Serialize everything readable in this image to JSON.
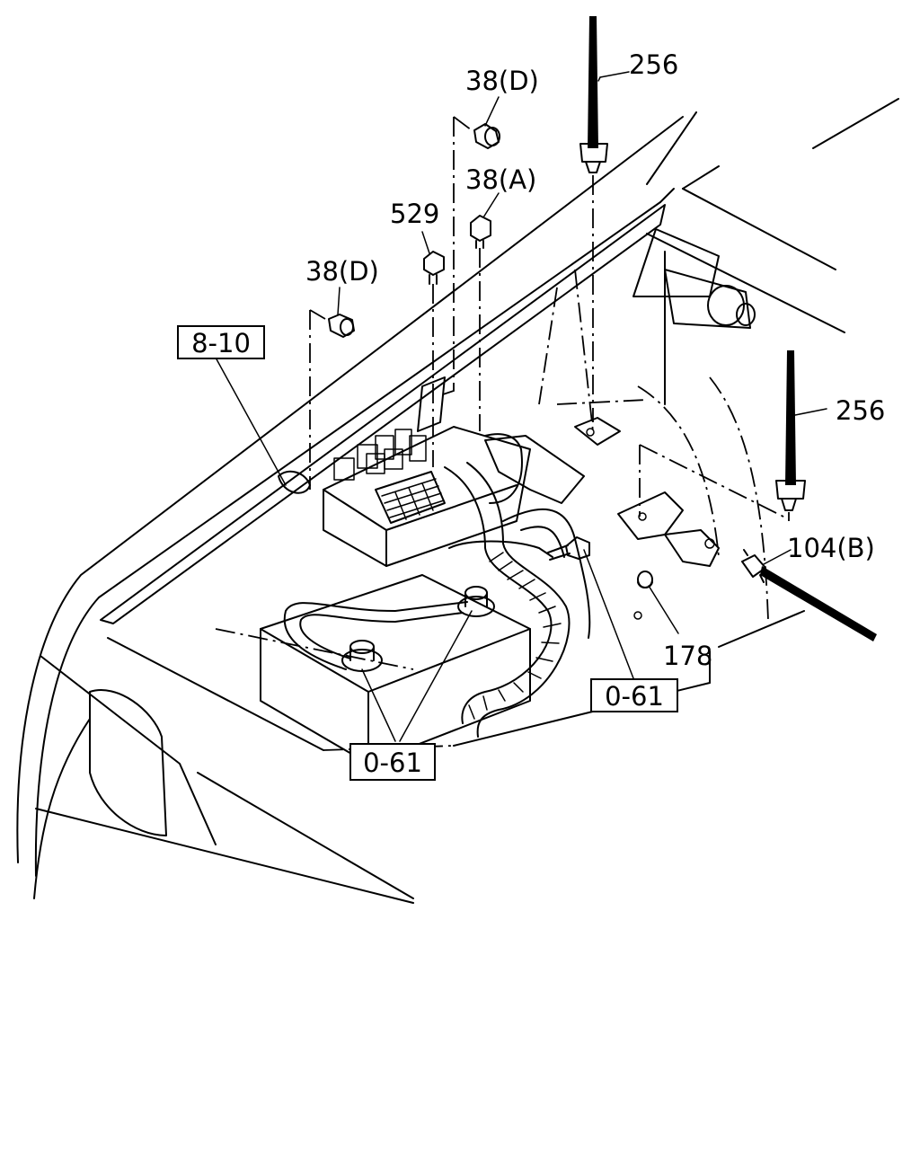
{
  "labels": {
    "tie_top": "256",
    "tie_right": "256",
    "bolt_38d_top": "38(D)",
    "bolt_38a": "38(A)",
    "bolt_529": "529",
    "bolt_38d_left": "38(D)",
    "clip_104b": "104(B)",
    "plug_178": "178"
  },
  "ref_boxes": {
    "relay_box_ref": "8-10",
    "battery_terminal_ref": "0-61",
    "ground_bolt_ref": "0-61"
  }
}
